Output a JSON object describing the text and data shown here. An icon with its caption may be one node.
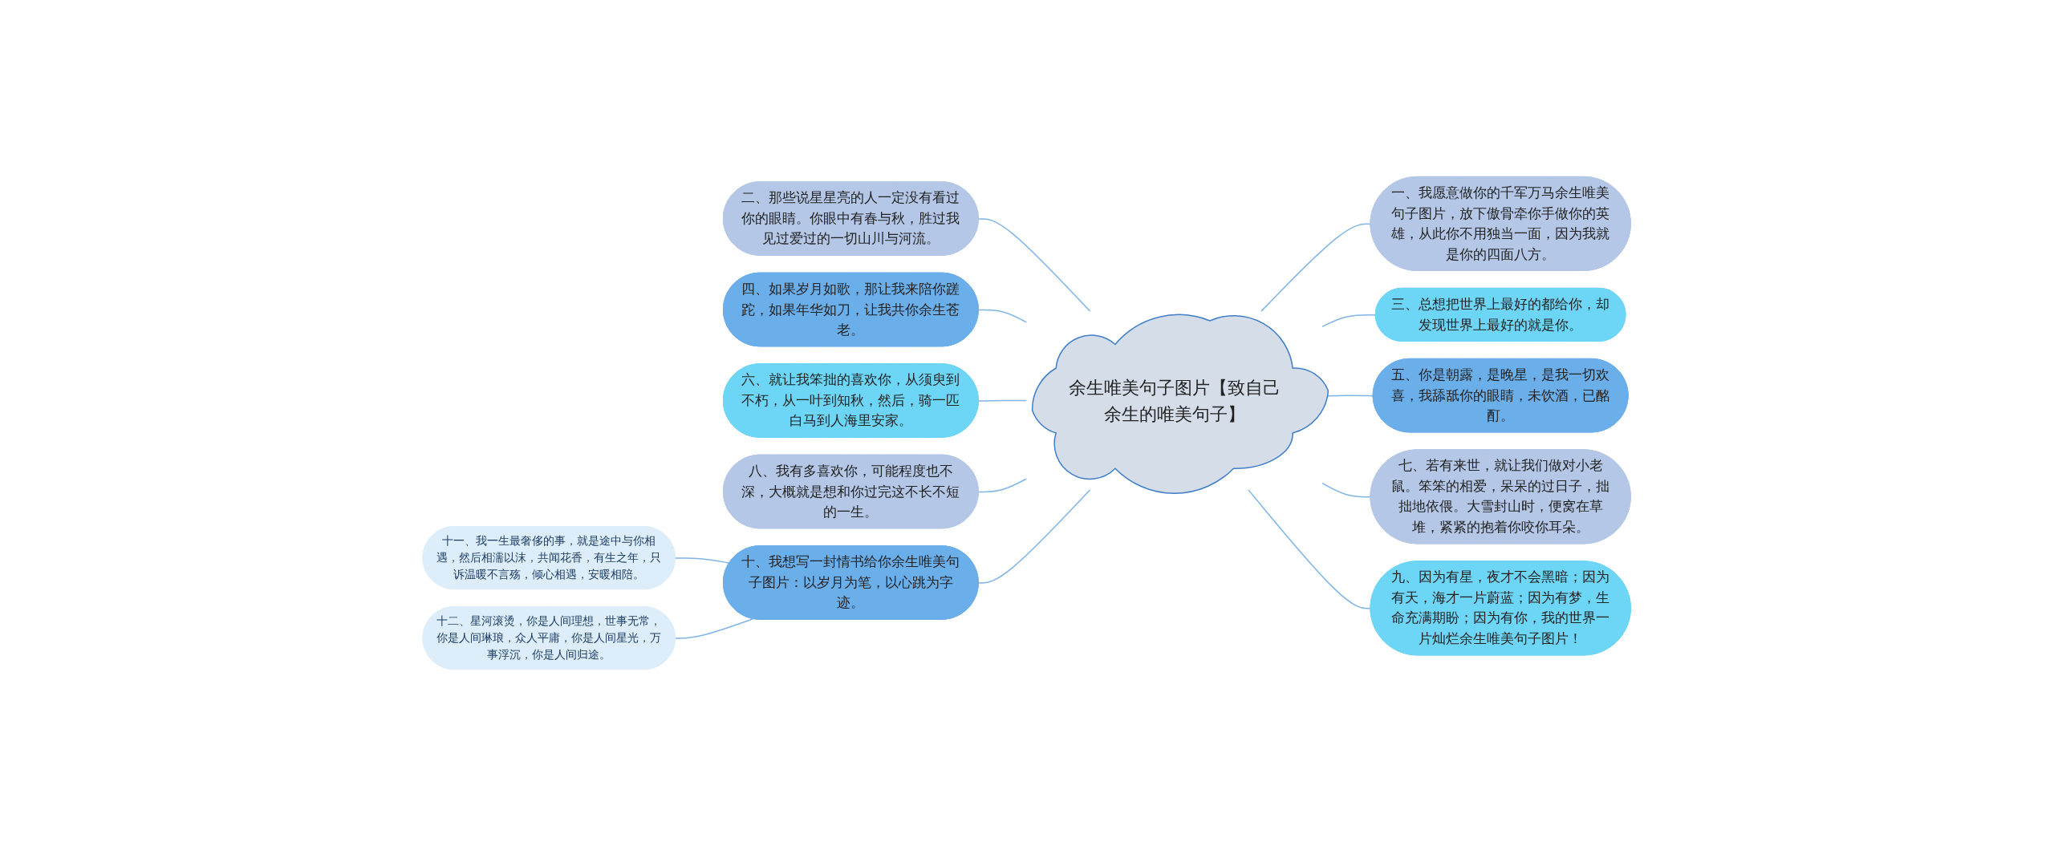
{
  "diagram": {
    "nodes": [
      {
        "text": [
          "余生唯美句子图片【致自己余生的唯美句子】"
        ]
      },
      {
        "text": [
          "一、我愿意做你的千军万马余生唯美句子图片，放下傲骨牵你手做你的英雄，从此你不用独当一面，因为我就是你的四面八方。"
        ]
      },
      {
        "text": [
          "二、那些说星星亮的人一定没有看过你的眼睛。你眼中有春与秋，胜过我见过爱过的一切山川与河流。"
        ]
      },
      {
        "text": [
          "三、总想把世界上最好的都给你，却发现世界上最好的就是你。"
        ]
      },
      {
        "text": [
          "四、如果岁月如歌，那让我来陪你蹉跎，如果年华如刀，让我共你余生苍老。"
        ]
      },
      {
        "text": [
          "五、你是朝露，是晚星，是我一切欢喜，我舔舐你的眼睛，未饮酒，已酩酊。"
        ]
      },
      {
        "text": [
          "六、就让我笨拙的喜欢你，从须臾到不朽，从一叶到知秋，然后，骑一匹白马到人海里安家。"
        ]
      },
      {
        "text": [
          "七、若有来世，就让我们做对小老鼠。笨笨的相爱，呆呆的过日子，拙拙地依偎。大雪封山时，便窝在草堆，紧紧的抱着你咬你耳朵。"
        ]
      },
      {
        "text": [
          "八、我有多喜欢你，可能程度也不深，大概就是想和你过完这不长不短的一生。"
        ]
      },
      {
        "text": [
          "九、因为有星，夜才不会黑暗；因为有天，海才一片蔚蓝；因为有梦，生命充满期盼；因为有你，我的世界一片灿烂余生唯美句子图片！"
        ]
      },
      {
        "text": [
          "十、我想写一封情书给你余生唯美句子图片：以岁月为笔，以心跳为字迹。"
        ]
      },
      {
        "text": [
          "十一、我一生最奢侈的事，就是途中与你相遇，然后相濡以沫，共闻花香，有生之年，只诉温暖不言殇，倾心相遇，安暖相陪。"
        ]
      },
      {
        "text": [
          "十二、星河滚烫，你是人间理想，世事无常，你是人间琳琅，众人平庸，你是人间星光，万事浮沉，你是人间归途。"
        ]
      }
    ],
    "edges": [
      {
        "from": 0,
        "to": 1,
        "arrow": "none"
      },
      {
        "from": 2,
        "to": 0,
        "arrow": "none"
      },
      {
        "from": 0,
        "to": 3,
        "arrow": "none"
      },
      {
        "from": 4,
        "to": 0,
        "arrow": "none"
      },
      {
        "from": 0,
        "to": 5,
        "arrow": "none"
      },
      {
        "from": 6,
        "to": 0,
        "arrow": "none"
      },
      {
        "from": 0,
        "to": 7,
        "arrow": "none"
      },
      {
        "from": 8,
        "to": 0,
        "arrow": "none"
      },
      {
        "from": 0,
        "to": 9,
        "arrow": "none"
      },
      {
        "from": 10,
        "to": 0,
        "arrow": "none"
      },
      {
        "from": 11,
        "to": 10,
        "arrow": "none"
      },
      {
        "from": 12,
        "to": 10,
        "arrow": "none"
      }
    ]
  }
}
